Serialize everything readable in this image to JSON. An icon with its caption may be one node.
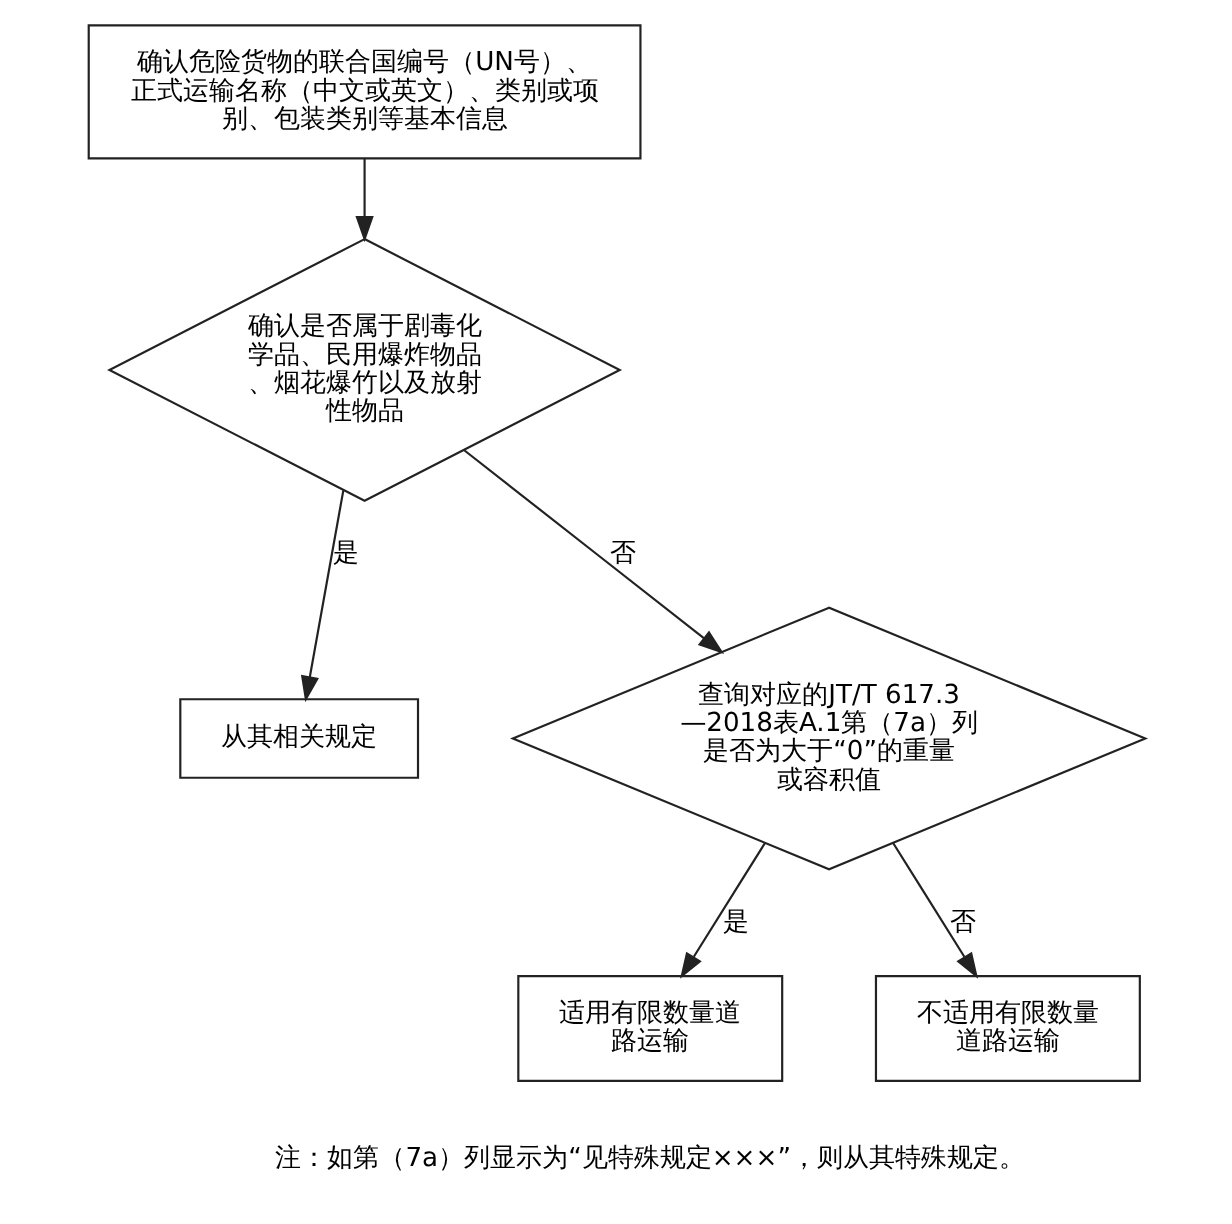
{
  "diagram": {
    "nodes": [
      {
        "text": [
          "确认危险货物的联合国编号（UN号）、正式运输名称（中文或英文）、类别或项别、包装类别等基本信息"
        ]
      },
      {
        "text": [
          "确认是否属于剧毒化学品、民用爆炸物品、烟花爆竹以及放射性物品"
        ]
      },
      {
        "text": [
          "从其相关规定"
        ]
      },
      {
        "text": [
          "查询对应的JT/T 617.3—2018表A.1第（7a）列是否为大于“0”的重量或容积值"
        ]
      },
      {
        "text": [
          "适用有限数量道路运输"
        ]
      },
      {
        "text": [
          "不适用有限数量道路运输"
        ]
      }
    ],
    "edges": [
      {
        "from": 0,
        "to": 1,
        "arrow": "to"
      },
      {
        "from": 1,
        "to": 2,
        "arrow": "to",
        "label": "是"
      },
      {
        "from": 1,
        "to": 3,
        "arrow": "to",
        "label": "否"
      },
      {
        "from": 3,
        "to": 4,
        "arrow": "to",
        "label": "是"
      },
      {
        "from": 3,
        "to": 5,
        "arrow": "to",
        "label": "否"
      }
    ],
    "labels": [
      "注：如第（7a）列显示为“见特殊规定×××”，则从其特殊规定。"
    ]
  }
}
